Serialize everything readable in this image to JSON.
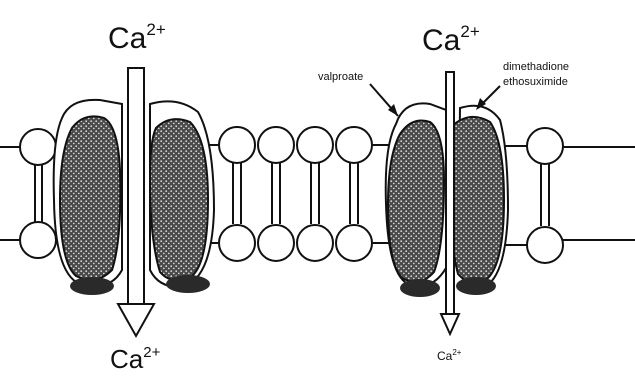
{
  "ions": {
    "left_top": {
      "base": "Ca",
      "charge": "2+"
    },
    "left_bottom": {
      "base": "Ca",
      "charge": "2+"
    },
    "right_top": {
      "base": "Ca",
      "charge": "2+"
    },
    "right_bottom": {
      "base": "Ca",
      "charge": "2+"
    }
  },
  "labels": {
    "drug_1": "valproate",
    "drug_2_line1": "dimethadione",
    "drug_2_line2": "ethosuximide"
  },
  "colors": {
    "ink": "#111111",
    "background": "#ffffff",
    "protein_fill": "#5a5a5a"
  }
}
